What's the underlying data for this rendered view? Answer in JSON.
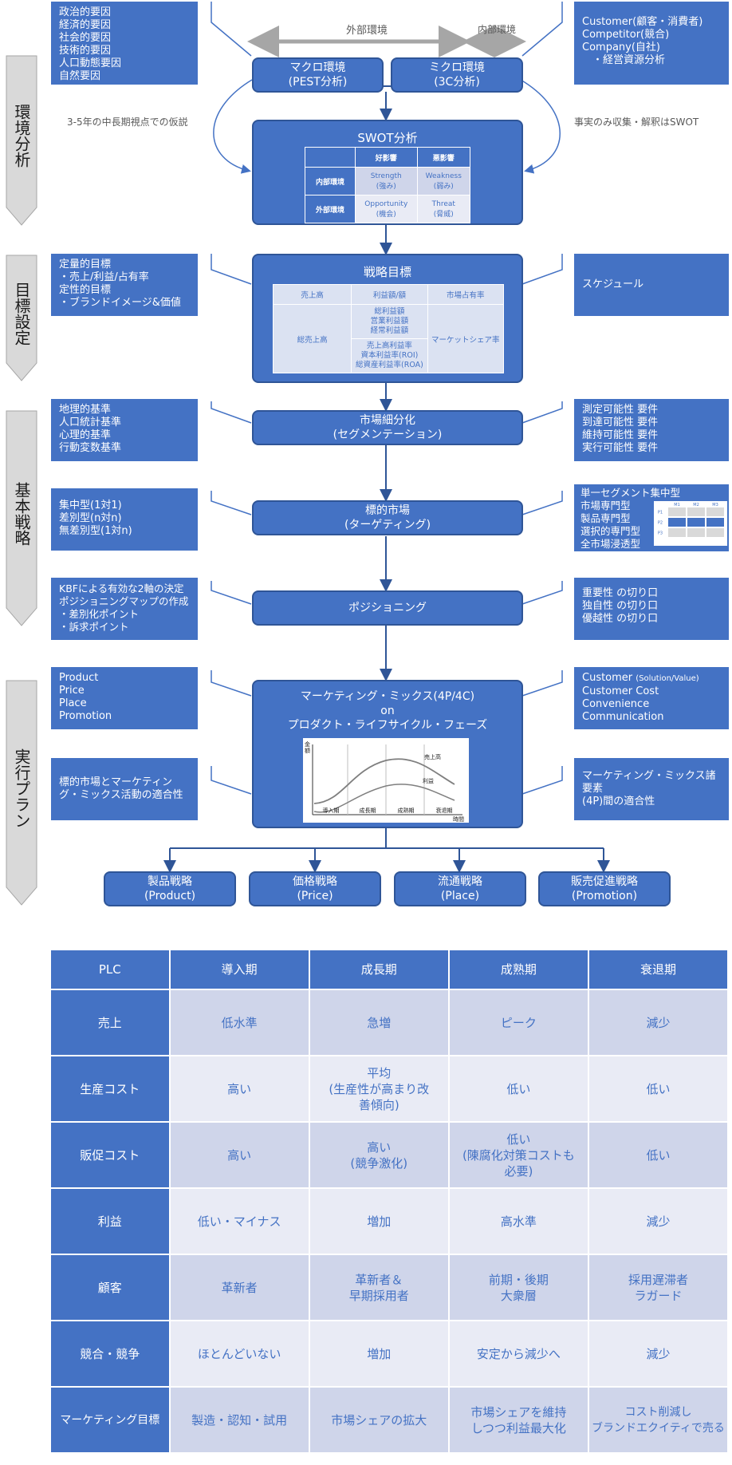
{
  "sidebar": {
    "env": "環境分析",
    "goal": "目標設定",
    "basic": "基本戦略",
    "plan": "実行プラン"
  },
  "env": {
    "left_box": "政治的要因\n経済的要因\n社会的要因\n技術的要因\n人口動態要因\n自然要因",
    "right_box": "Customer(顧客・消費者)\nCompetitor(競合)\nCompany(自社)\n　・経営資源分析",
    "external_label": "外部環境",
    "internal_label": "内部環境",
    "macro": "マクロ環境\n(PEST分析)",
    "micro": "ミクロ環境\n(3C分析)",
    "left_note": "3-5年の中長期視点での仮説",
    "right_note": "事実のみ収集・解釈はSWOT"
  },
  "swot": {
    "title": "SWOT分析",
    "col_good": "好影響",
    "col_bad": "悪影響",
    "row_internal": "内部環境",
    "row_external": "外部環境",
    "strength": "Strength\n(強み)",
    "weakness": "Weakness\n(弱み)",
    "opportunity": "Opportunity\n(機会)",
    "threat": "Threat\n(脅威)"
  },
  "goal": {
    "left_box": "定量的目標\n・売上/利益/占有率\n定性的目標\n・ブランドイメージ&価値",
    "right_box": "スケジュール",
    "title": "戦略目標",
    "h_sales": "売上高",
    "h_profit": "利益額/額",
    "h_share": "市場占有率",
    "total_sales": "総売上高",
    "profit_amounts": "総利益額\n営業利益額\n経常利益額",
    "profit_rates": "売上高利益率\n資本利益率(ROI)\n総資産利益率(ROA)",
    "market_share": "マーケットシェア率"
  },
  "segment": {
    "left_box": "地理的基準\n人口統計基準\n心理的基準\n行動変数基準",
    "right_box": "測定可能性 要件\n到達可能性 要件\n維持可能性 要件\n実行可能性 要件",
    "title": "市場細分化\n(セグメンテーション)"
  },
  "target": {
    "left_box": "集中型(1対1)\n差別型(n対n)\n無差別型(1対n)",
    "right_box": "単一セグメント集中型\n市場専門型\n製品専門型\n選択的専門型\n全市場浸透型",
    "title": "標的市場\n(ターゲティング)",
    "mini_cols": [
      "M1",
      "M2",
      "M3"
    ],
    "mini_rows": [
      "P1",
      "P2",
      "P3"
    ]
  },
  "position": {
    "left_box": "KBFによる有効な2軸の決定\nポジショニングマップの作成\n・差別化ポイント\n・訴求ポイント",
    "right_box": "重要性 の切り口\n独自性 の切り口\n優越性 の切り口",
    "title": "ポジショニング"
  },
  "mix": {
    "left_box": "Product\nPrice\nPlace\nPromotion",
    "right_box_lines": [
      "Customer",
      "(Solution/Value)",
      "Customer Cost",
      "Convenience",
      "Communication"
    ],
    "left_box2": "標的市場とマーケティング・ミックス活動の適合性",
    "right_box2": "マーケティング・ミックス諸要素\n(4P)間の適合性",
    "title": "マーケティング・ミックス(4P/4C)\non\nプロダクト・ライフサイクル・フェーズ"
  },
  "plc_chart": {
    "y_axis": "金額",
    "x_axis": "時間",
    "curve_sales": "売上高",
    "curve_profit": "利益",
    "phases": [
      "導入期",
      "成長期",
      "成熟期",
      "衰退期"
    ]
  },
  "strategies": [
    "製品戦略\n(Product)",
    "価格戦略\n(Price)",
    "流通戦略\n(Place)",
    "販売促進戦略\n(Promotion)"
  ],
  "plc_table": {
    "headers": [
      "PLC",
      "導入期",
      "成長期",
      "成熟期",
      "衰退期"
    ],
    "rows": [
      {
        "label": "売上",
        "cells": [
          "低水準",
          "急増",
          "ピーク",
          "減少"
        ]
      },
      {
        "label": "生産コスト",
        "cells": [
          "高い",
          "平均\n(生産性が高まり改\n善傾向)",
          "低い",
          "低い"
        ]
      },
      {
        "label": "販促コスト",
        "cells": [
          "高い",
          "高い\n(競争激化)",
          "低い\n(陳腐化対策コストも\n必要)",
          "低い"
        ]
      },
      {
        "label": "利益",
        "cells": [
          "低い・マイナス",
          "増加",
          "高水準",
          "減少"
        ]
      },
      {
        "label": "顧客",
        "cells": [
          "革新者",
          "革新者＆\n早期採用者",
          "前期・後期\n大衆層",
          "採用遅滞者\nラガード"
        ]
      },
      {
        "label": "競合・競争",
        "cells": [
          "ほとんどいない",
          "増加",
          "安定から減少へ",
          "減少"
        ]
      },
      {
        "label": "マーケティング目標",
        "cells": [
          "製造・認知・試用",
          "市場シェアの拡大",
          "市場シェアを維持\nしつつ利益最大化",
          "コスト削減し\nブランドエクイティで売る"
        ]
      }
    ]
  }
}
